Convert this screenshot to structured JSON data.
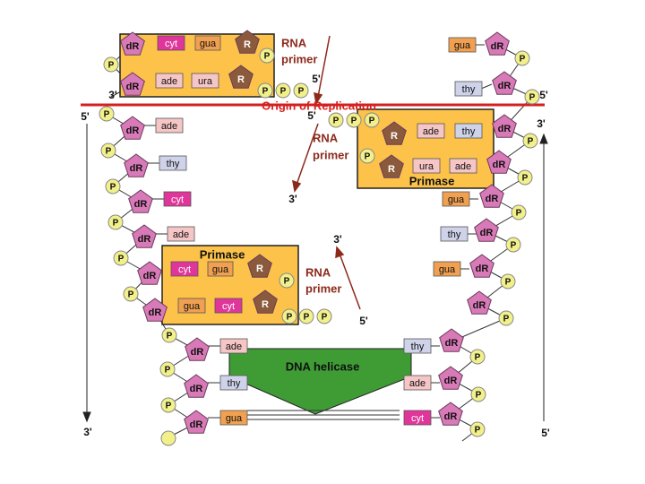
{
  "labels": {
    "origin": "Origin of Replication",
    "rna_primer": "RNA primer",
    "rna_primer_l1": "RNA",
    "rna_primer_l2": "primer",
    "primase": "Primase",
    "helicase": "DNA helicase",
    "five_prime": "5'",
    "three_prime": "3'",
    "dR": "dR",
    "P": "P",
    "R": "R"
  },
  "bases": {
    "ade": "ade",
    "gua": "gua",
    "cyt": "cyt",
    "thy": "thy",
    "ura": "ura"
  },
  "colors": {
    "deoxyribose": "#d97ab8",
    "ribose": "#8b5a3c",
    "phosphate": "#f2f08a",
    "ade": "#f6c6c6",
    "gua": "#f0a050",
    "cyt": "#e0359a",
    "thy": "#cfd3ea",
    "ura": "#f6c6c6",
    "primer_box": "#fcc24a",
    "helicase": "#3f9c35",
    "origin_line": "#d42020",
    "rna_text": "#8b2a1a"
  },
  "left_strand_bases": [
    "ade",
    "thy",
    "cyt",
    "ade"
  ],
  "right_strand_bases": [
    "gua",
    "thy",
    "gua"
  ],
  "bottom_left_bases": [
    "ade",
    "thy",
    "gua"
  ],
  "bottom_right_bases": [
    "thy",
    "ade",
    "cyt"
  ],
  "top_primer_bases": [
    "cyt",
    "gua",
    "ade",
    "ura"
  ],
  "right_primer_bases": [
    "ade",
    "thy",
    "ura",
    "ade"
  ],
  "left_primer_bases": [
    "cyt",
    "gua",
    "gua",
    "cyt"
  ],
  "top_right_bases": [
    "gua",
    "thy"
  ]
}
